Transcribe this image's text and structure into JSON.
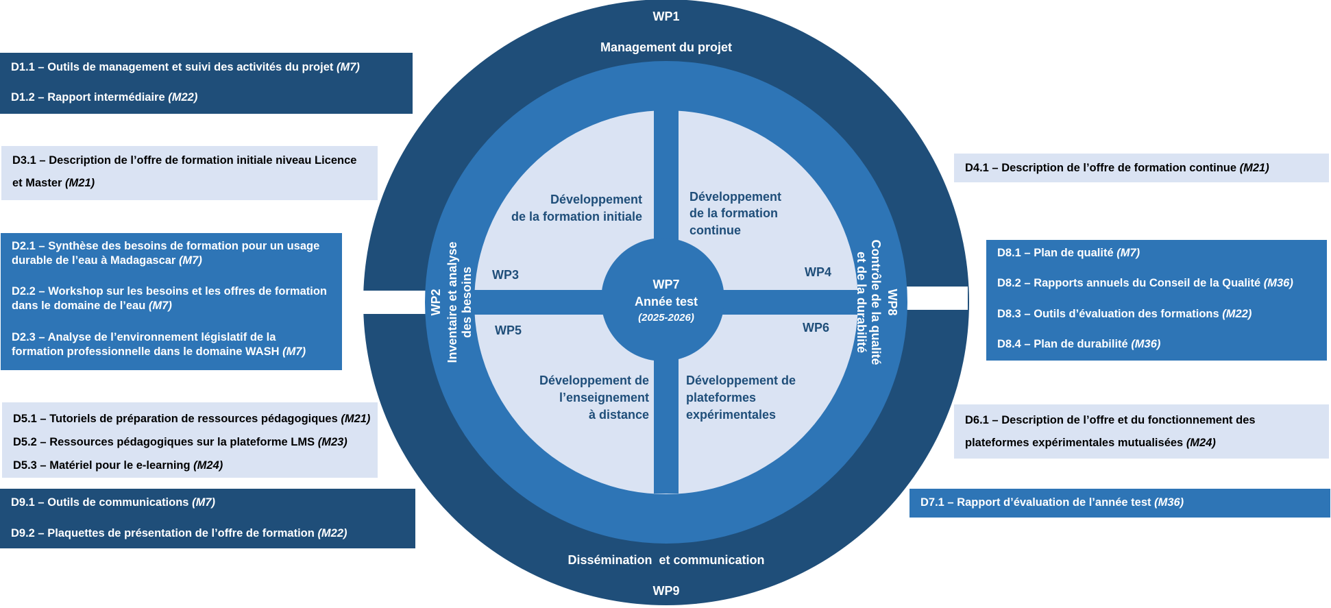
{
  "colors": {
    "dark": "#1f4e79",
    "mid": "#2e75b6",
    "light": "#dae3f3"
  },
  "wheel": {
    "wp1": {
      "code": "WP1",
      "title": "Management du projet"
    },
    "wp9": {
      "code": "WP9",
      "title": "Dissémination  et communication"
    },
    "wp2": {
      "code": "WP2",
      "title_line1": "Inventaire et analyse",
      "title_line2": "des besoins"
    },
    "wp8": {
      "code": "WP8",
      "title_line1": "Contrôle de la qualité",
      "title_line2": "et de la durabilité"
    },
    "wp3": {
      "code": "WP3",
      "title_line1": "Développement",
      "title_line2": "de la formation initiale"
    },
    "wp4": {
      "code": "WP4",
      "title_line1": "Développement",
      "title_line2": "de la formation",
      "title_line3": "continue"
    },
    "wp5": {
      "code": "WP5",
      "title_line1": "Développement de",
      "title_line2": "l’enseignement",
      "title_line3": "à distance"
    },
    "wp6": {
      "code": "WP6",
      "title_line1": "Développement de",
      "title_line2": "plateformes",
      "title_line3": "expérimentales"
    },
    "wp7": {
      "code": "WP7",
      "title": "Année test",
      "period": "(2025-2026)"
    }
  },
  "deliverables": {
    "d1": [
      {
        "text": "D1.1 – Outils de management et suivi des activités du projet ",
        "month": "(M7)"
      },
      {
        "text": "D1.2 – Rapport intermédiaire ",
        "month": "(M22)"
      }
    ],
    "d3": [
      {
        "line1": "D3.1 – Description de l’offre de formation initiale niveau Licence",
        "line2": "et Master ",
        "month": "(M21)"
      }
    ],
    "d2": [
      {
        "line1": "D2.1 – Synthèse des besoins de formation pour un usage",
        "line2": "durable de l’eau à Madagascar ",
        "month": "(M7)"
      },
      {
        "line1": "D2.2 – Workshop sur les besoins et les offres de formation",
        "line2": "dans le domaine de l’eau ",
        "month": "(M7)"
      },
      {
        "line1": "D2.3 – Analyse de l’environnement législatif de la",
        "line2": "formation professionnelle dans le domaine WASH ",
        "month": "(M7)"
      }
    ],
    "d5": [
      {
        "text": "D5.1 – Tutoriels de préparation de ressources pédagogiques ",
        "month": "(M21)"
      },
      {
        "text": "D5.2 – Ressources pédagogiques sur la plateforme LMS ",
        "month": "(M23)"
      },
      {
        "text": "D5.3 – Matériel pour le e-learning ",
        "month": "(M24)"
      }
    ],
    "d9": [
      {
        "text": "D9.1 – Outils de communications ",
        "month": "(M7)"
      },
      {
        "text": "D9.2 – Plaquettes de présentation de l’offre de formation ",
        "month": "(M22)"
      }
    ],
    "d4": [
      {
        "text": "D4.1 – Description de l’offre de formation continue ",
        "month": "(M21)"
      }
    ],
    "d8": [
      {
        "text": "D8.1 – Plan de qualité ",
        "month": "(M7)"
      },
      {
        "text": "D8.2 – Rapports annuels du Conseil de la Qualité ",
        "month": "(M36)"
      },
      {
        "text": "D8.3 – Outils d’évaluation des formations ",
        "month": "(M22)"
      },
      {
        "text": "D8.4 – Plan de durabilité ",
        "month": "(M36)"
      }
    ],
    "d6": [
      {
        "line1": "D6.1 – Description de l’offre et du fonctionnement des",
        "line2": "plateformes expérimentales mutualisées ",
        "month": "(M24)"
      }
    ],
    "d7": [
      {
        "text": "D7.1 – Rapport d’évaluation de l’année test ",
        "month": "(M36)"
      }
    ]
  }
}
